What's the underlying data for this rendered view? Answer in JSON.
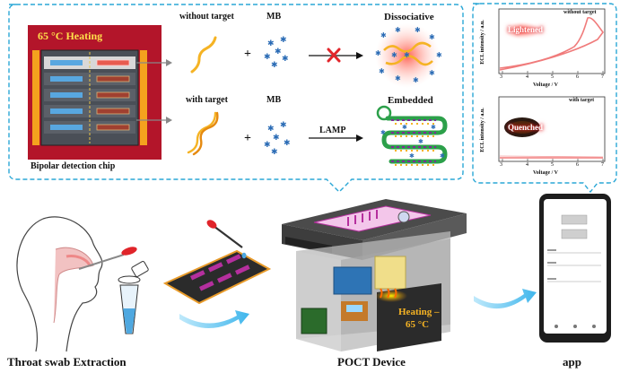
{
  "chip": {
    "heating_label": "65 °C Heating",
    "caption": "Bipolar detection chip"
  },
  "rows": {
    "top": {
      "label": "without target",
      "mb": "MB",
      "result": "Dissociative"
    },
    "bottom": {
      "label": "with target",
      "mb": "MB",
      "arrow_label": "LAMP",
      "result": "Embedded"
    },
    "plus": "+"
  },
  "plots": {
    "top": {
      "title": "without target",
      "ylabel": "ECL intensity / a.u.",
      "xlabel": "Voltage / V",
      "xticks": [
        "3",
        "4",
        "5",
        "6",
        "7"
      ],
      "badge": "Lightened"
    },
    "bottom": {
      "title": "with target",
      "ylabel": "ECL intensity / a.u.",
      "xlabel": "Voltage / V",
      "xticks": [
        "3",
        "4",
        "5",
        "6",
        "7"
      ],
      "badge": "Quenched"
    }
  },
  "device": {
    "heating_label_1": "Heating –",
    "heating_label_2": "65 °C"
  },
  "captions": {
    "throat": "Throat swab Extraction",
    "poct": "POCT Device",
    "app": "app"
  },
  "colors": {
    "dashed_border": "#2aa7d6",
    "chip_red": "#b3152a",
    "arrow_blue": "#5bc3ec",
    "target_yellow": "#f5b324",
    "mb_blue": "#2a6bb5",
    "badge_red": "#e0242a"
  }
}
